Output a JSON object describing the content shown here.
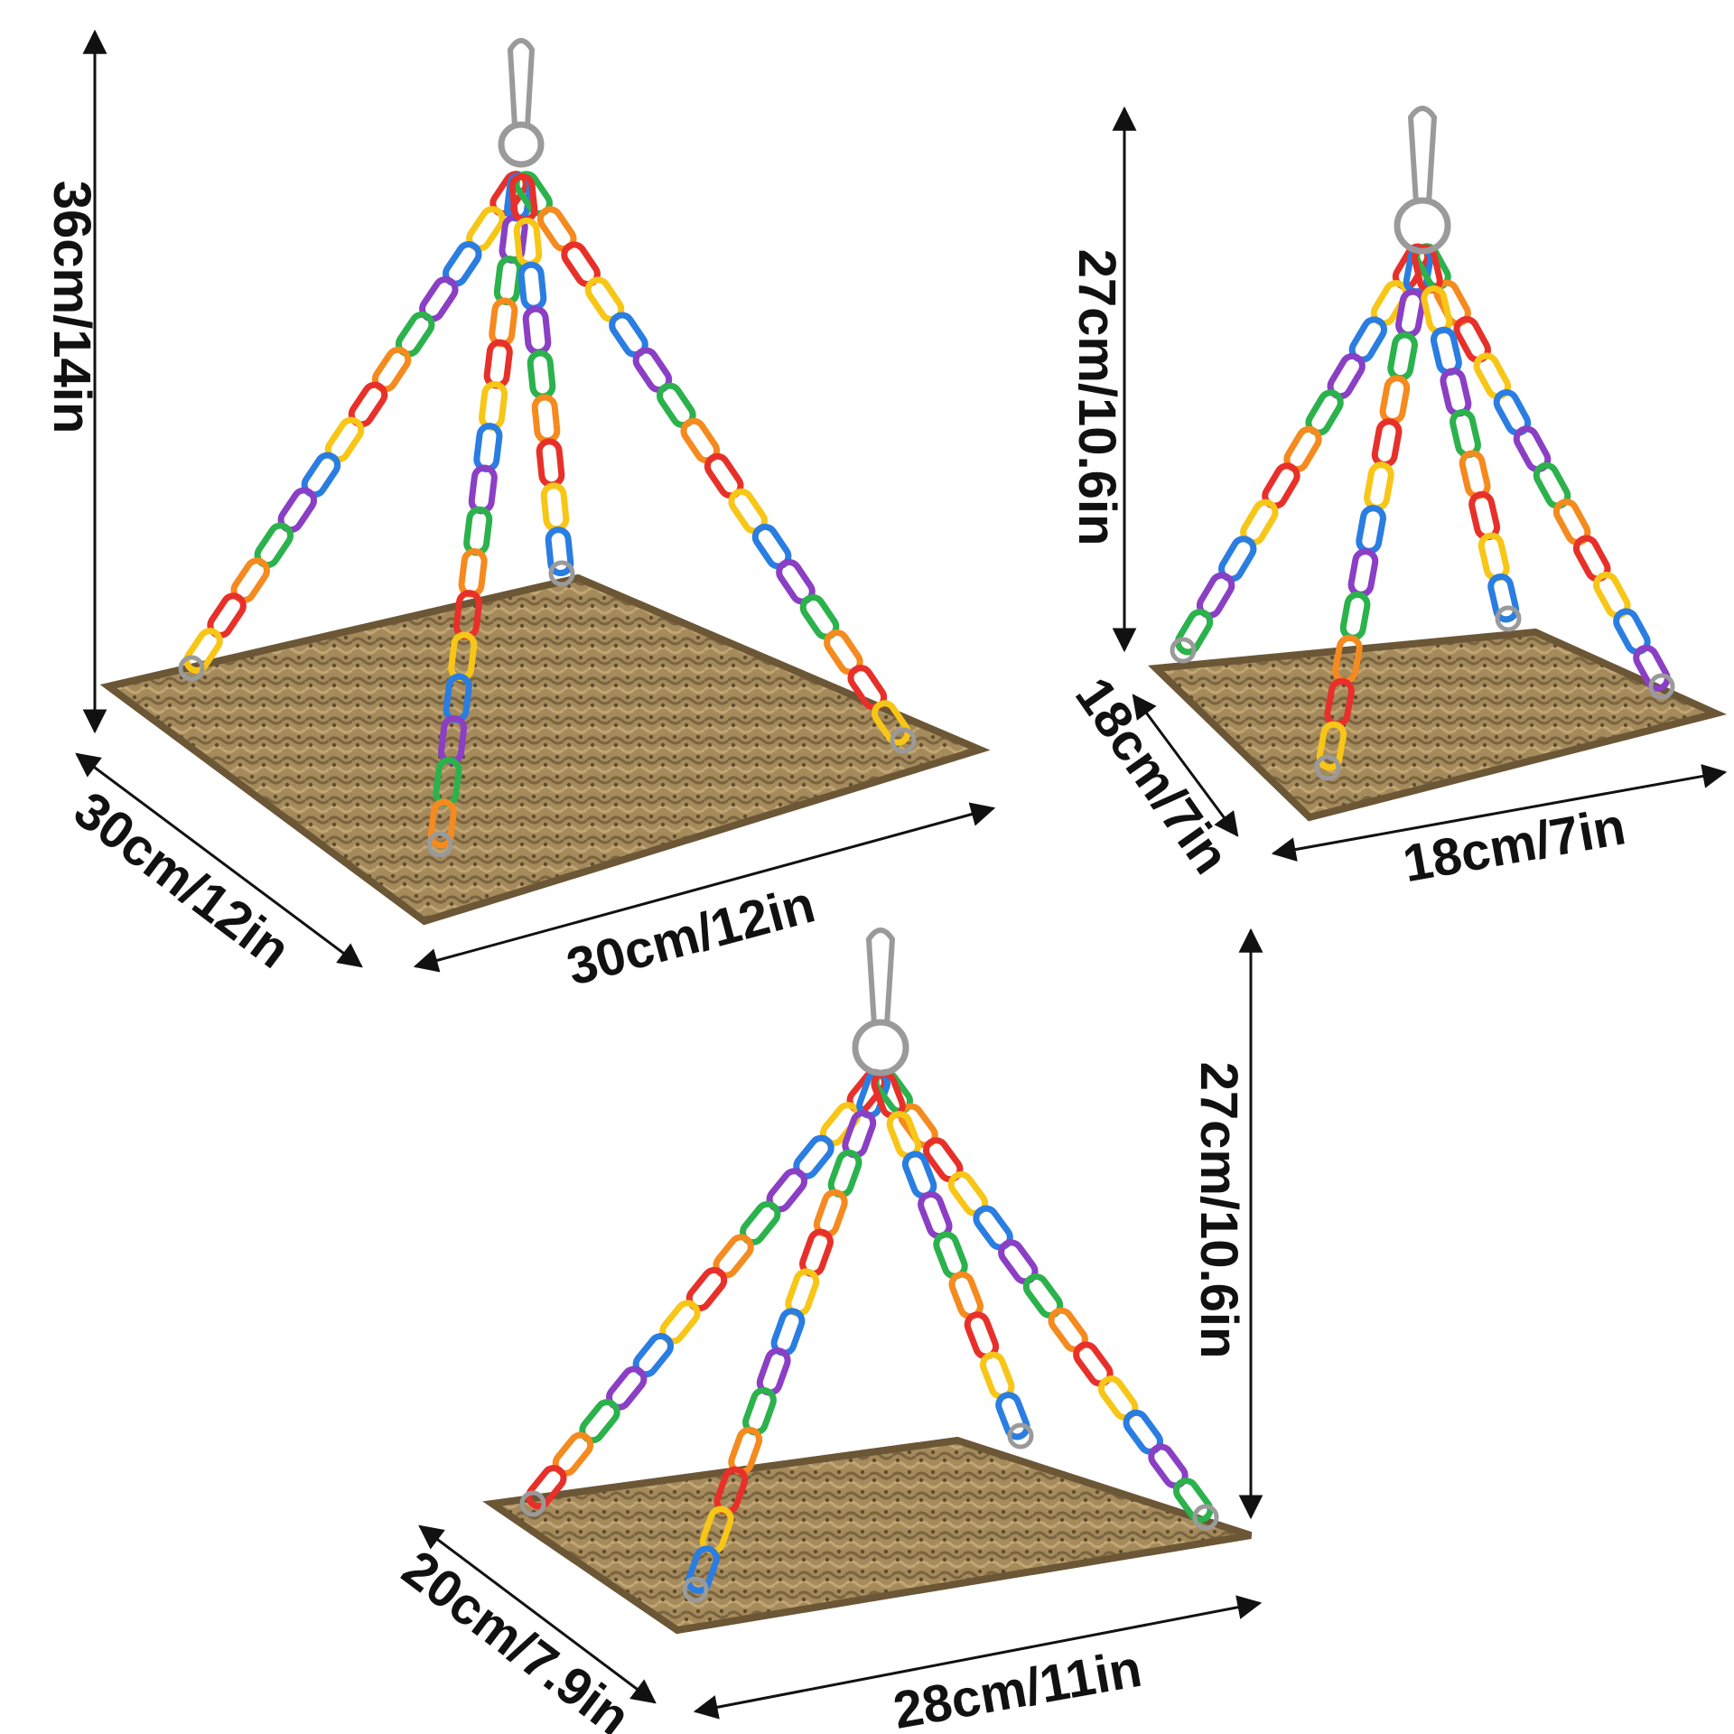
{
  "products": [
    {
      "id": "large",
      "height_label": "36cm/14in",
      "depth_label": "30cm/12in",
      "width_label": "30cm/12in"
    },
    {
      "id": "small",
      "height_label": "27cm/10.6in",
      "depth_label": "18cm/7in",
      "width_label": "18cm/7in"
    },
    {
      "id": "medium",
      "height_label": "27cm/10.6in",
      "depth_label": "20cm/7.9in",
      "width_label": "28cm/11in"
    }
  ],
  "colors": {
    "mat": "#a58a5c",
    "mat_dark": "#7a6440",
    "metal": "#9a9a9a",
    "chain_links": [
      "#e8302a",
      "#f7c617",
      "#2a7de1",
      "#8a3fc4",
      "#2bb24c",
      "#f58a1f"
    ]
  }
}
